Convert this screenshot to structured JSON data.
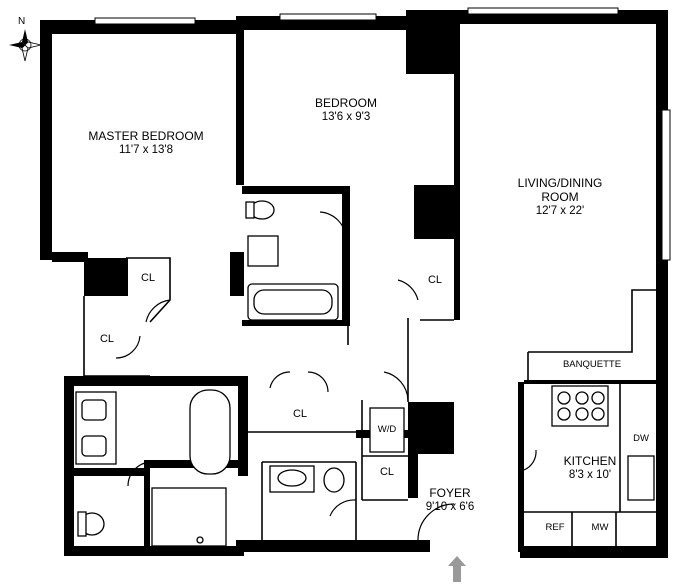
{
  "compass": {
    "north_label": "N",
    "icon": "compass-rose-icon"
  },
  "rooms": {
    "master_bedroom": {
      "name": "MASTER BEDROOM",
      "dims": "11'7 x 13'8"
    },
    "bedroom": {
      "name": "BEDROOM",
      "dims": "13'6 x 9'3"
    },
    "living_dining": {
      "name_line1": "LIVING/DINING",
      "name_line2": "ROOM",
      "dims": "12'7 x 22'"
    },
    "kitchen": {
      "name": "KITCHEN",
      "dims": "8'3 x 10'"
    },
    "foyer": {
      "name": "FOYER",
      "dims": "9'10 x 6'6"
    }
  },
  "closets": {
    "cl_master_top": "CL",
    "cl_master_left": "CL",
    "cl_bedroom": "CL",
    "cl_hall": "CL",
    "cl_foyer": "CL"
  },
  "fixtures": {
    "washer_dryer": "W/D",
    "banquette": "BANQUETTE",
    "dishwasher": "DW",
    "refrigerator": "REF",
    "microwave": "MW"
  },
  "entry_icon": "entry-arrow-icon"
}
